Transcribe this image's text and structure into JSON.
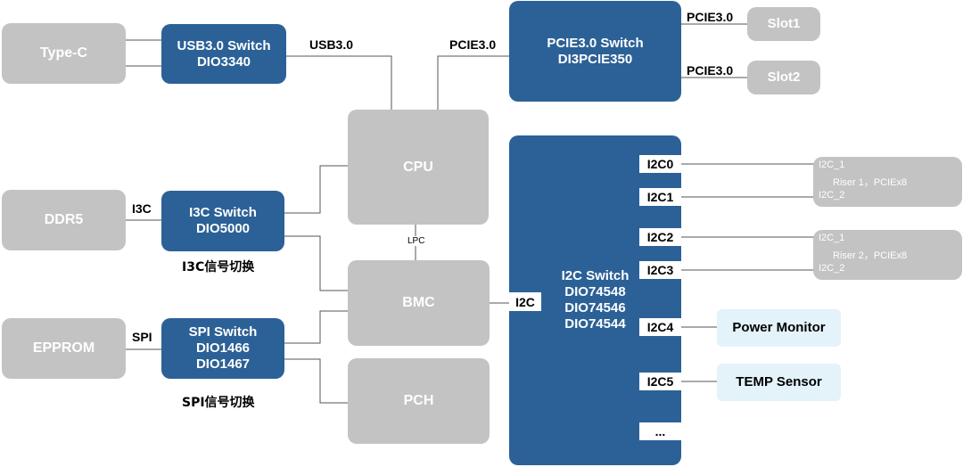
{
  "colors": {
    "gray_box": "#c3c3c3",
    "blue_box": "#2c6197",
    "light_box": "#e4f2fa",
    "wire": "#555555"
  },
  "boxes": {
    "type_c": "Type-C",
    "usb_switch": [
      "USB3.0 Switch",
      "DIO3340"
    ],
    "pcie_switch": [
      "PCIE3.0 Switch",
      "DI3PCIE350"
    ],
    "slot1": "Slot1",
    "slot2": "Slot2",
    "cpu": "CPU",
    "ddr5": "DDR5",
    "i3c_switch": [
      "I3C Switch",
      "DIO5000"
    ],
    "bmc": "BMC",
    "epprom": "EPPROM",
    "spi_switch": [
      "SPI Switch",
      "DIO1466",
      "DIO1467"
    ],
    "pch": "PCH",
    "i2c_switch": [
      "I2C Switch",
      "DIO74548",
      "DIO74546",
      "DIO74544"
    ],
    "power_monitor": "Power Monitor",
    "temp_sensor": "TEMP Sensor"
  },
  "risers": [
    {
      "lines": [
        "I2C_1",
        "Riser 1，PCIEx8",
        "I2C_2"
      ]
    },
    {
      "lines": [
        "I2C_1",
        "Riser 2，PCIEx8",
        "I2C_2"
      ]
    }
  ],
  "labels": {
    "usb30": "USB3.0",
    "pcie30_cpu": "PCIE3.0",
    "pcie30_slot1": "PCIE3.0",
    "pcie30_slot2": "PCIE3.0",
    "i3c": "I3C",
    "spi": "SPI",
    "lpc": "LPC",
    "i2c_bmc": "I2C",
    "i3c_caption": "I3C信号切换",
    "spi_caption": "SPI信号切换"
  },
  "i2c_ports": [
    "I2C0",
    "I2C1",
    "I2C2",
    "I2C3",
    "I2C4",
    "I2C5",
    "..."
  ]
}
